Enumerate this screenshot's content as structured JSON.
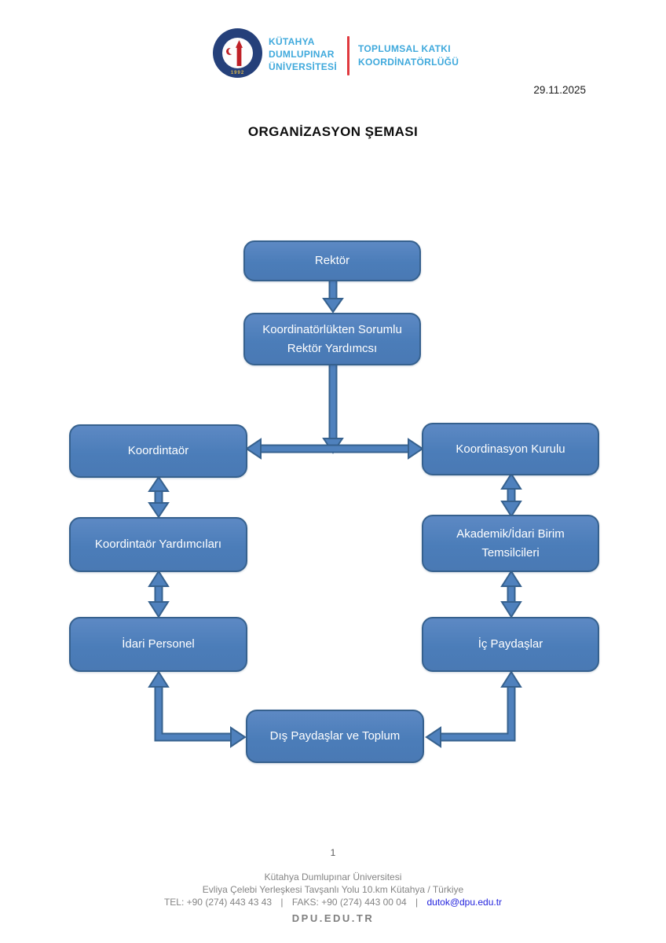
{
  "header": {
    "university_name_lines": [
      "KÜTAHYA",
      "DUMLUPINAR",
      "ÜNİVERSİTESİ"
    ],
    "department_lines": [
      "TOPLUMSAL KATKI",
      "KOORDİNATÖRLÜĞÜ"
    ],
    "logo_year": "1992",
    "date": "29.11.2025"
  },
  "title": "ORGANİZASYON ŞEMASI",
  "chart": {
    "type": "organization-chart",
    "colors": {
      "node_fill": "#4f81bd",
      "node_border": "#36618e",
      "arrow_fill": "#4f81bd",
      "text": "#ffffff"
    },
    "nodes": {
      "rektor": {
        "label": "Rektör"
      },
      "rektor_yardimcisi": {
        "label": "Koordinatörlükten Sorumlu Rektör Yardımcsı"
      },
      "koordinator": {
        "label": "Koordintaör"
      },
      "koordinasyon_kurulu": {
        "label": "Koordinasyon Kurulu"
      },
      "koordinator_yardimcilari": {
        "label": "Koordintaör Yardımcıları"
      },
      "akademik_idari_birim": {
        "label": "Akademik/İdari Birim Temsilcileri"
      },
      "idari_personel": {
        "label": "İdari Personel"
      },
      "ic_paydaslar": {
        "label": "İç Paydaşlar"
      },
      "dis_paydaslar": {
        "label": "Dış Paydaşlar ve Toplum"
      }
    },
    "edges": [
      {
        "from": "rektor",
        "to": "rektor_yardimcisi",
        "direction": "down"
      },
      {
        "from": "rektor_yardimcisi",
        "to": "koordinator/koordinasyon_kurulu",
        "direction": "down"
      },
      {
        "from": "koordinator",
        "to": "koordinasyon_kurulu",
        "direction": "both"
      },
      {
        "from": "koordinator",
        "to": "koordinator_yardimcilari",
        "direction": "both"
      },
      {
        "from": "koordinator_yardimcilari",
        "to": "idari_personel",
        "direction": "both"
      },
      {
        "from": "koordinasyon_kurulu",
        "to": "akademik_idari_birim",
        "direction": "both"
      },
      {
        "from": "akademik_idari_birim",
        "to": "ic_paydaslar",
        "direction": "both"
      },
      {
        "from": "idari_personel",
        "to": "dis_paydaslar",
        "direction": "both"
      },
      {
        "from": "ic_paydaslar",
        "to": "dis_paydaslar",
        "direction": "both"
      }
    ]
  },
  "footer": {
    "page_number": "1",
    "address_line1": "Kütahya Dumlupınar Üniversitesi",
    "address_line2": "Evliya Çelebi Yerleşkesi Tavşanlı Yolu 10.km Kütahya / Türkiye",
    "tel": "TEL: +90 (274) 443 43 43",
    "faks": "FAKS: +90 (274) 443 00 04",
    "email": "dutok@dpu.edu.tr",
    "separator": "|",
    "site": "DPU.EDU.TR"
  }
}
